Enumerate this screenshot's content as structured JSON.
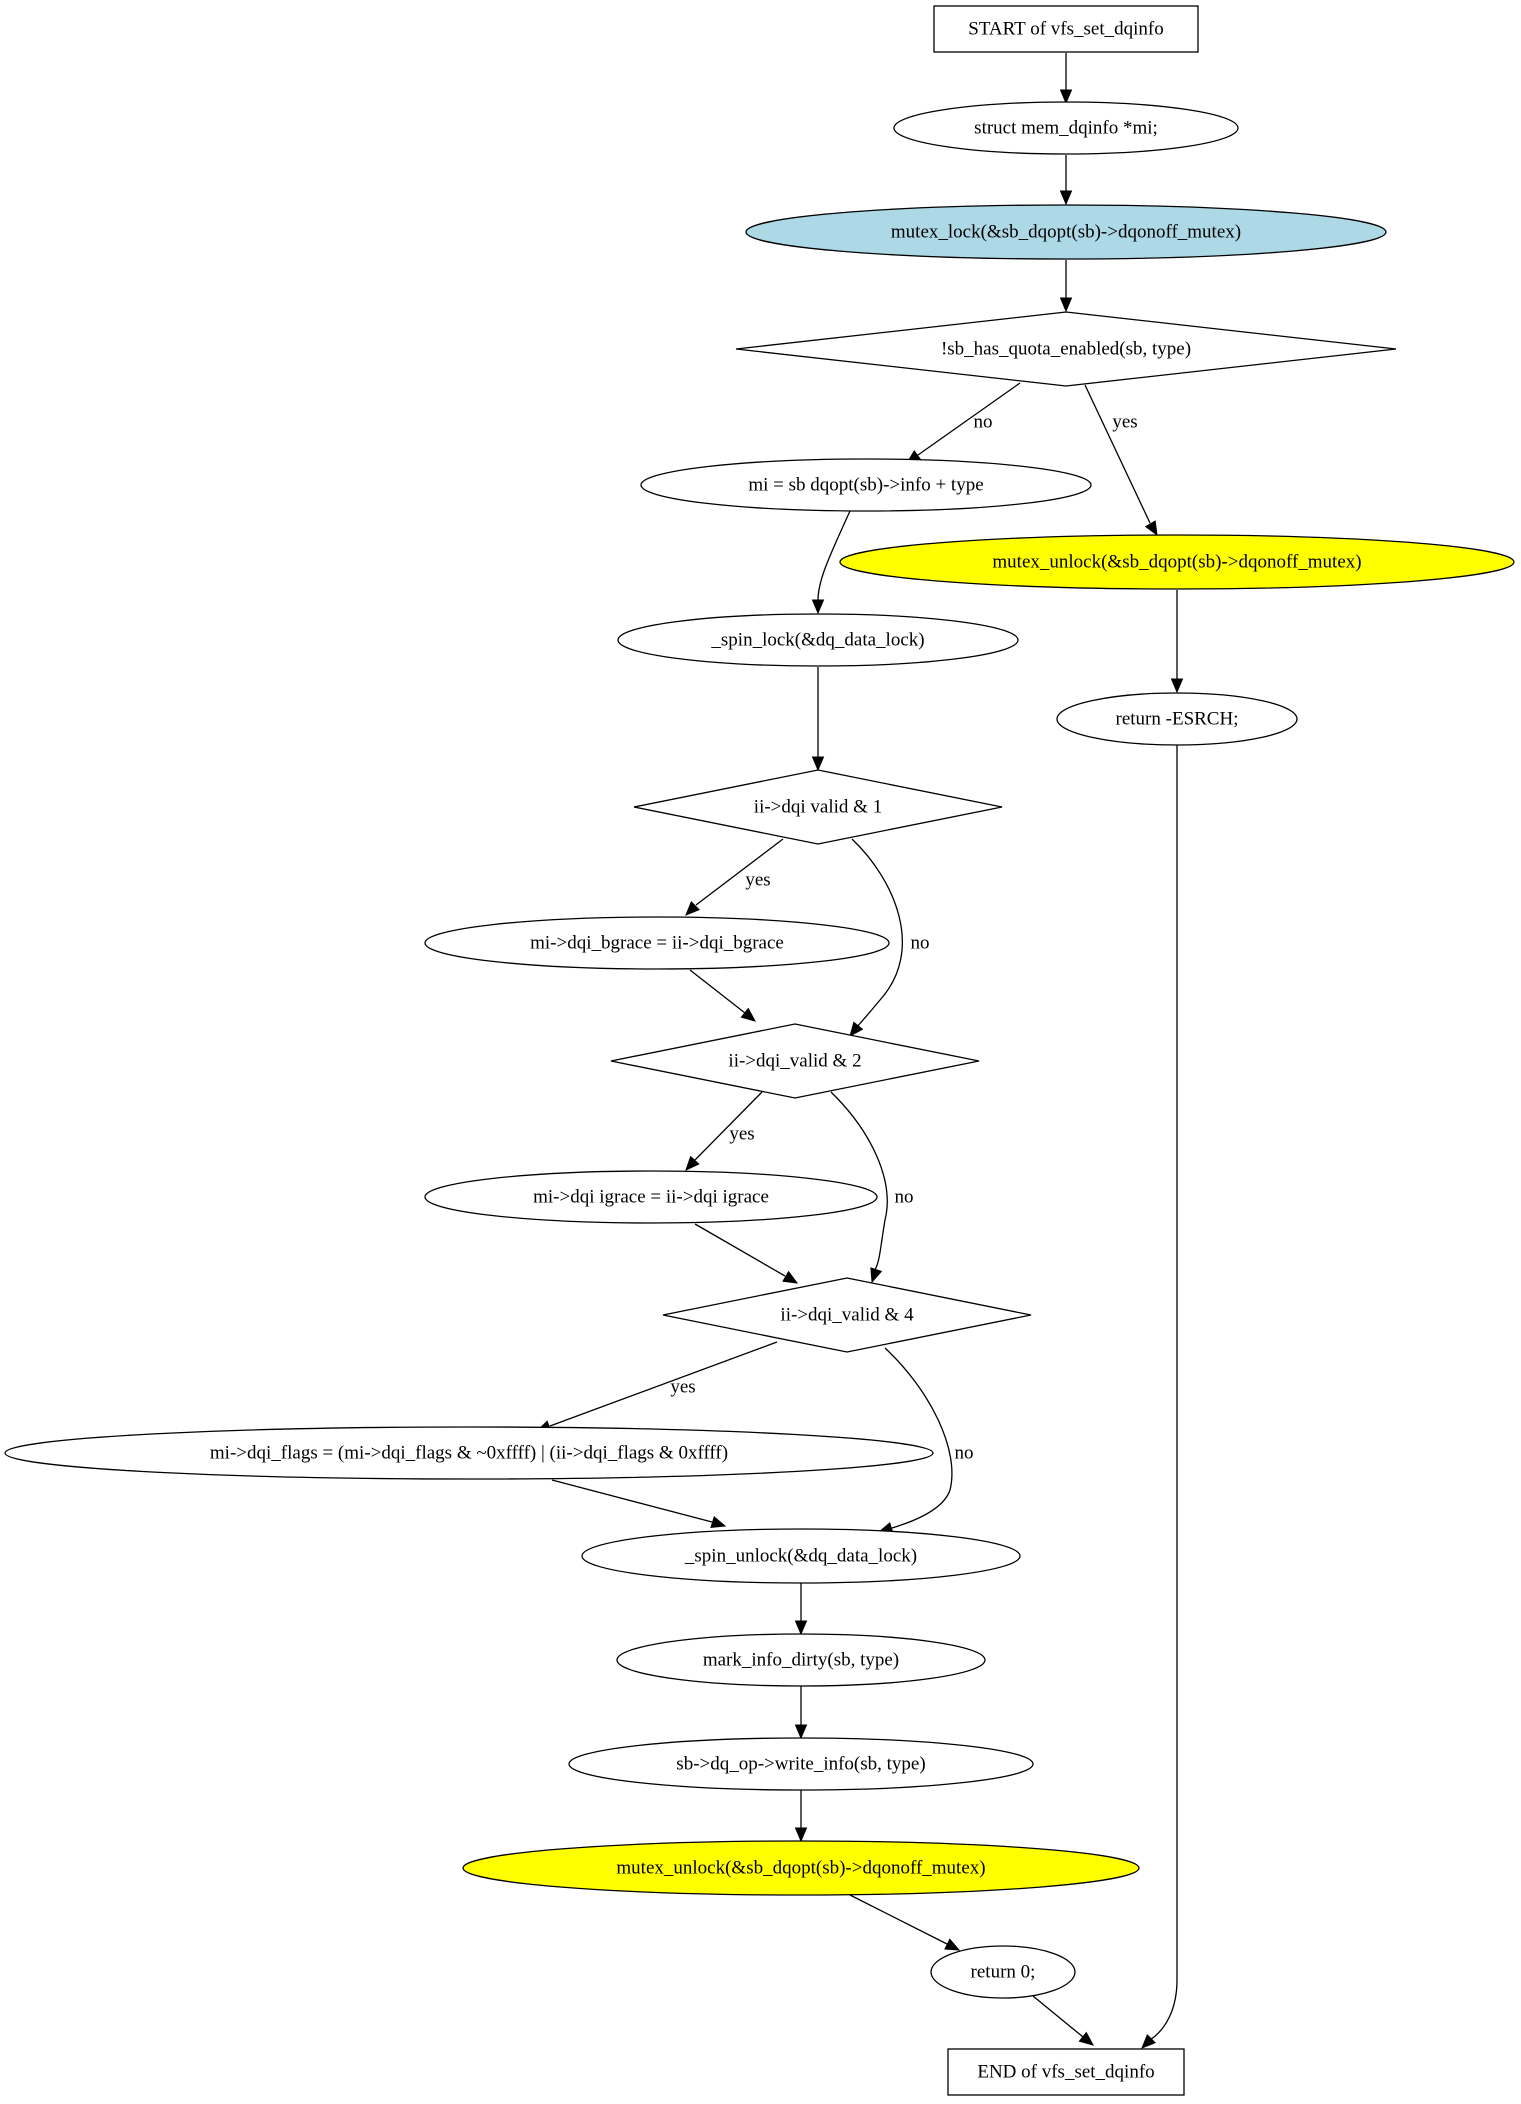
{
  "diagram": {
    "type": "flowchart",
    "colors": {
      "lock_fill": "#add8e6",
      "unlock_fill": "#ffff00",
      "default_fill": "#ffffff",
      "stroke": "#000000"
    },
    "nodes": [
      {
        "id": "start",
        "shape": "box",
        "label": "START of vfs_set_dqinfo"
      },
      {
        "id": "decl",
        "shape": "ellipse",
        "label": "struct mem_dqinfo *mi;"
      },
      {
        "id": "lock",
        "shape": "ellipse",
        "fill": "lock",
        "label": "mutex_lock(&sb_dqopt(sb)->dqonoff_mutex)"
      },
      {
        "id": "cond_enabled",
        "shape": "diamond",
        "label": "!sb_has_quota_enabled(sb, type)"
      },
      {
        "id": "assign_mi",
        "shape": "ellipse",
        "label": "mi = sb  dqopt(sb)->info + type"
      },
      {
        "id": "unlock_err",
        "shape": "ellipse",
        "fill": "unlock",
        "label": "mutex_unlock(&sb_dqopt(sb)->dqonoff_mutex)"
      },
      {
        "id": "spin_lock",
        "shape": "ellipse",
        "label": "_spin_lock(&dq_data_lock)"
      },
      {
        "id": "ret_err",
        "shape": "ellipse",
        "label": "return -ESRCH;"
      },
      {
        "id": "cond1",
        "shape": "diamond",
        "label": "ii->dqi  valid & 1"
      },
      {
        "id": "bgrace",
        "shape": "ellipse",
        "label": "mi->dqi_bgrace = ii->dqi_bgrace"
      },
      {
        "id": "cond2",
        "shape": "diamond",
        "label": "ii->dqi_valid & 2"
      },
      {
        "id": "igrace",
        "shape": "ellipse",
        "label": "mi->dqi  igrace = ii->dqi  igrace"
      },
      {
        "id": "cond4",
        "shape": "diamond",
        "label": "ii->dqi_valid & 4"
      },
      {
        "id": "flags",
        "shape": "ellipse",
        "label": "mi->dqi_flags = (mi->dqi_flags & ~0xffff) | (ii->dqi_flags & 0xffff)"
      },
      {
        "id": "spin_unlock",
        "shape": "ellipse",
        "label": "_spin_unlock(&dq_data_lock)"
      },
      {
        "id": "mark_dirty",
        "shape": "ellipse",
        "label": "mark_info_dirty(sb, type)"
      },
      {
        "id": "write_info",
        "shape": "ellipse",
        "label": "sb->dq_op->write_info(sb, type)"
      },
      {
        "id": "unlock_ok",
        "shape": "ellipse",
        "fill": "unlock",
        "label": "mutex_unlock(&sb_dqopt(sb)->dqonoff_mutex)"
      },
      {
        "id": "ret_ok",
        "shape": "ellipse",
        "label": "return 0;"
      },
      {
        "id": "end",
        "shape": "box",
        "label": "END of vfs_set_dqinfo"
      }
    ],
    "edges": [
      {
        "from": "start",
        "to": "decl",
        "label": ""
      },
      {
        "from": "decl",
        "to": "lock",
        "label": ""
      },
      {
        "from": "lock",
        "to": "cond_enabled",
        "label": ""
      },
      {
        "from": "cond_enabled",
        "to": "assign_mi",
        "label": "no"
      },
      {
        "from": "cond_enabled",
        "to": "unlock_err",
        "label": "yes"
      },
      {
        "from": "assign_mi",
        "to": "spin_lock",
        "label": ""
      },
      {
        "from": "unlock_err",
        "to": "ret_err",
        "label": ""
      },
      {
        "from": "spin_lock",
        "to": "cond1",
        "label": ""
      },
      {
        "from": "cond1",
        "to": "bgrace",
        "label": "yes"
      },
      {
        "from": "cond1",
        "to": "cond2",
        "label": "no"
      },
      {
        "from": "bgrace",
        "to": "cond2",
        "label": ""
      },
      {
        "from": "cond2",
        "to": "igrace",
        "label": "yes"
      },
      {
        "from": "cond2",
        "to": "cond4",
        "label": "no"
      },
      {
        "from": "igrace",
        "to": "cond4",
        "label": ""
      },
      {
        "from": "cond4",
        "to": "flags",
        "label": "yes"
      },
      {
        "from": "cond4",
        "to": "spin_unlock",
        "label": "no"
      },
      {
        "from": "flags",
        "to": "spin_unlock",
        "label": ""
      },
      {
        "from": "spin_unlock",
        "to": "mark_dirty",
        "label": ""
      },
      {
        "from": "mark_dirty",
        "to": "write_info",
        "label": ""
      },
      {
        "from": "write_info",
        "to": "unlock_ok",
        "label": ""
      },
      {
        "from": "unlock_ok",
        "to": "ret_ok",
        "label": ""
      },
      {
        "from": "ret_ok",
        "to": "end",
        "label": ""
      },
      {
        "from": "ret_err",
        "to": "end",
        "label": ""
      }
    ]
  }
}
